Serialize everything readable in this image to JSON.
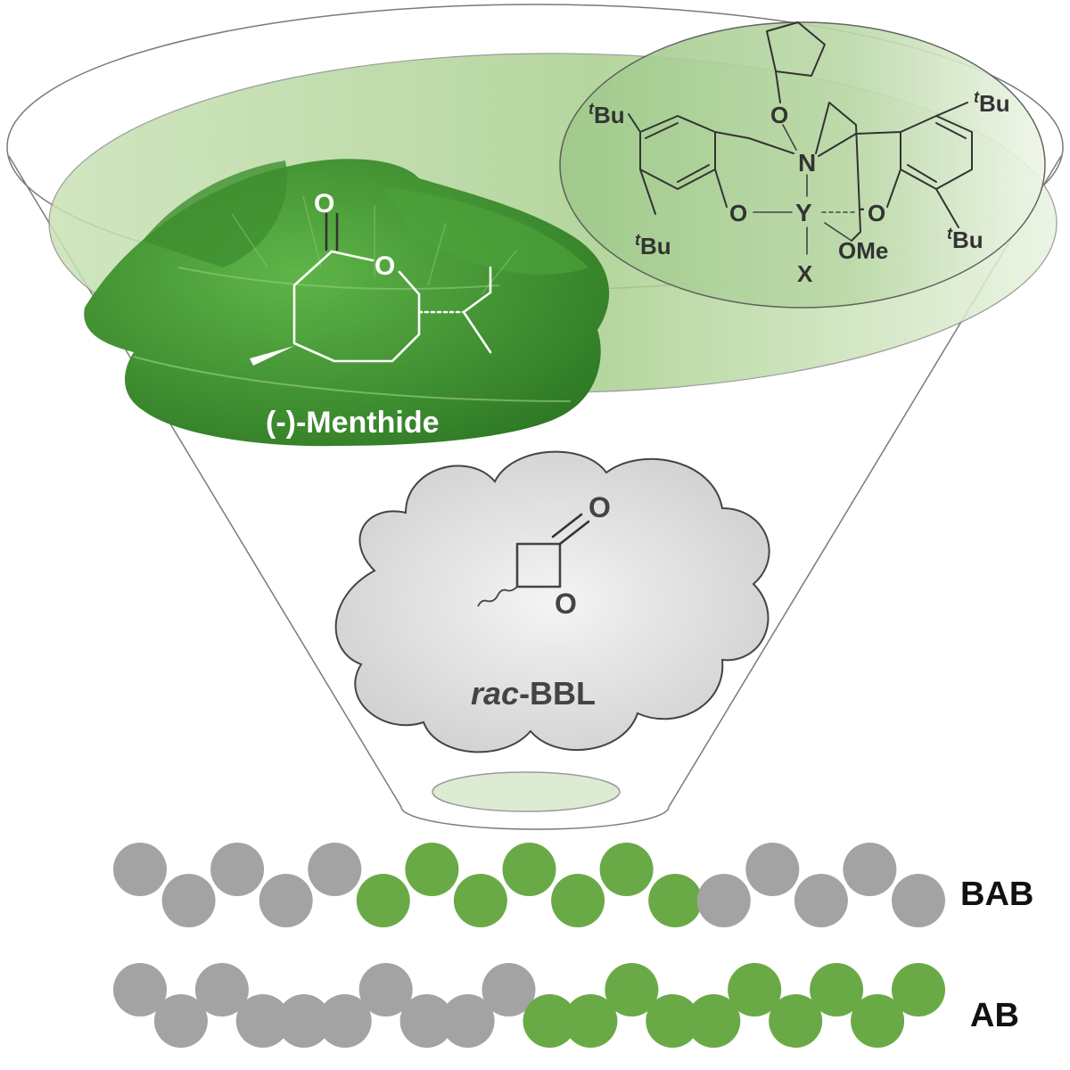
{
  "labels": {
    "monomer_a": "(-)-Menthide",
    "monomer_b_prefix": "rac",
    "monomer_b_suffix": "-BBL",
    "chain_1": "BAB",
    "chain_2": "AB"
  },
  "catalyst_atoms": {
    "tbu_tl": "Bu",
    "tbu_tr": "Bu",
    "tbu_bl": "Bu",
    "tbu_br": "Bu",
    "t": "t",
    "n": "N",
    "y": "Y",
    "x": "X",
    "o": "O",
    "ome": "OMe",
    "dash": "-"
  },
  "colors": {
    "green": "#6aaa46",
    "gray": "#a3a3a3",
    "cloud": "#dcdcdc",
    "cone_line": "#7a7a7a"
  },
  "chains": [
    {
      "name": "BAB",
      "beads": [
        "B",
        "B",
        "B",
        "B",
        "B",
        "A",
        "A",
        "A",
        "A",
        "A",
        "A",
        "A",
        "B",
        "B",
        "B",
        "B",
        "B"
      ]
    },
    {
      "name": "AB",
      "beads": [
        "B",
        "B",
        "B",
        "B",
        "B",
        "B",
        "B",
        "B",
        "B",
        "B",
        "A",
        "A",
        "A",
        "A",
        "A",
        "A",
        "A",
        "A",
        "A",
        "A"
      ]
    }
  ]
}
